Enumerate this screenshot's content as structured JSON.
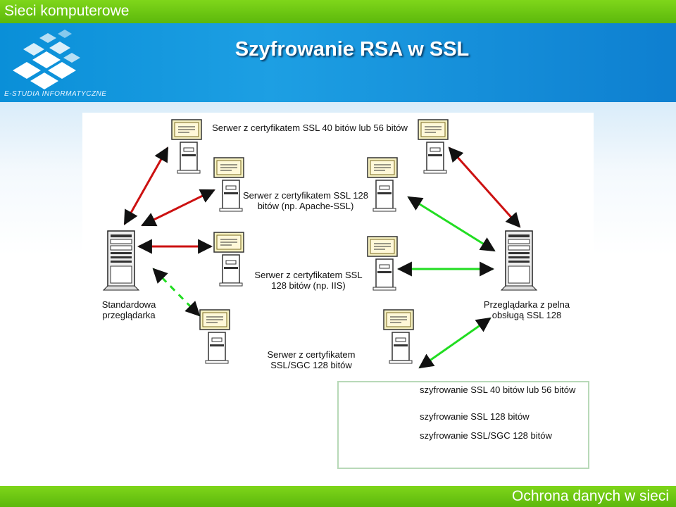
{
  "top_bar": {
    "title": "Sieci komputerowe"
  },
  "header": {
    "title": "Szyfrowanie RSA w SSL",
    "logo_caption": "E-STUDIA INFORMATYCZNE"
  },
  "footer": {
    "title": "Ochrona danych w sieci"
  },
  "diagram": {
    "left_client": "Standardowa przeglądarka",
    "right_client": "Przeglądarka z pelna obsługą SSL 128",
    "server_40_56": "Serwer z certyfikatem SSL 40 bitów lub 56 bitów",
    "server_apache": "Serwer z certyfikatem SSL 128 bitów (np. Apache-SSL)",
    "server_iis": "Serwer z certyfikatem SSL 128 bitów (np. IIS)",
    "server_sgc": "Serwer z certyfikatem SSL/SGC 128 bitów"
  },
  "legend": {
    "red": "szyfrowanie SSL 40 bitów lub 56 bitów",
    "green": "szyfrowanie SSL 128 bitów",
    "green_dashed": "szyfrowanie SSL/SGC 128 bitów"
  },
  "colors": {
    "red": "#cc1111",
    "green": "#22dd22",
    "bar": "#6cc914",
    "header": "#1896de"
  }
}
